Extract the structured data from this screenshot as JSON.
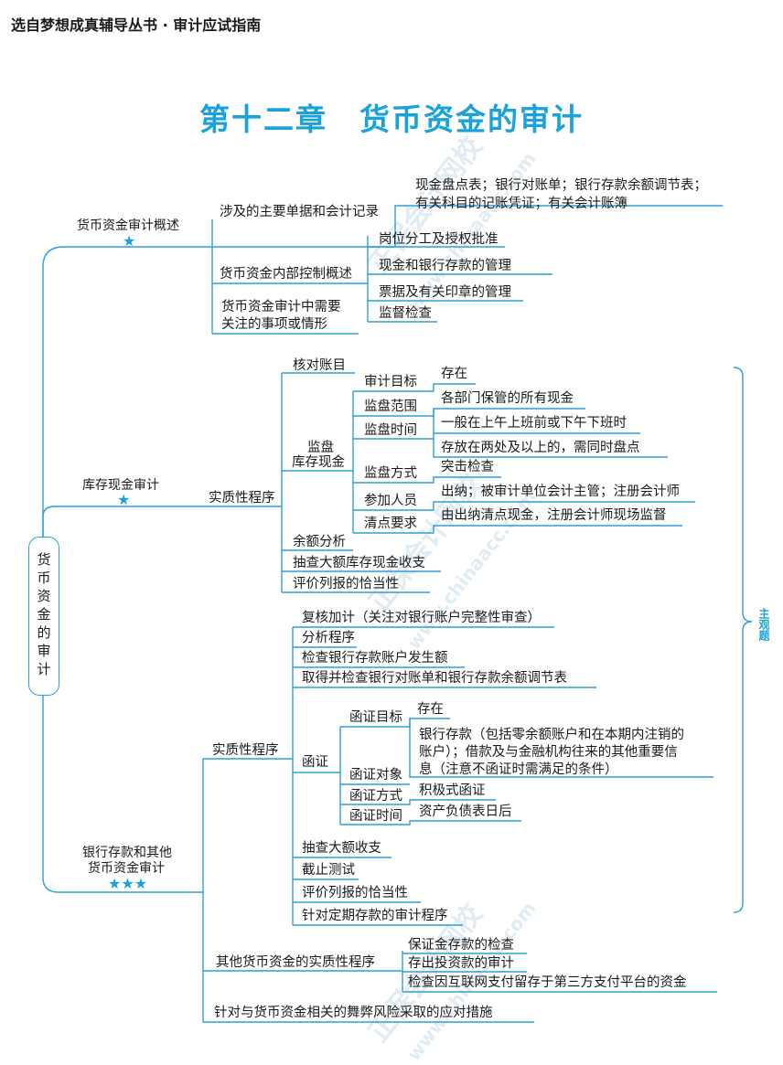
{
  "header": "选自梦想成真辅导丛书 · 审计应试指南",
  "title": "第十二章　货币资金的审计",
  "root": "货币资金的审计",
  "side_label": "主观题",
  "accent": "#1aa3d9",
  "watermarks": [
    "正保会计网校",
    "www.chinaacc.com"
  ],
  "b1": {
    "label": "货币资金审计概述",
    "stars": "★",
    "c1": {
      "label": "涉及的主要单据和会计记录",
      "l1": "现金盘点表；银行对账单；银行存款余额调节表；",
      "l2": "有关科目的记账凭证；有关会计账簿"
    },
    "c2": {
      "label": "货币资金内部控制概述",
      "items": [
        "岗位分工及授权批准",
        "现金和银行存款的管理",
        "票据及有关印章的管理",
        "监督检查"
      ]
    },
    "c3": {
      "l1": "货币资金审计中需要",
      "l2": "关注的事项或情形"
    }
  },
  "b2": {
    "label": "库存现金审计",
    "stars": "★",
    "proc": "实质性程序",
    "check": "核对账目",
    "count": {
      "l1": "监盘",
      "l2": "库存现金",
      "rows": [
        {
          "k": "审计目标",
          "v": "存在"
        },
        {
          "k": "监盘范围",
          "v": "各部门保管的所有现金"
        },
        {
          "k": "监盘时间",
          "v1": "一般在上午上班前或下午下班时",
          "v2": "存放在两处及以上的，需同时盘点"
        },
        {
          "k": "监盘方式",
          "v": "突击检查"
        },
        {
          "k": "参加人员",
          "v": "出纳；被审计单位会计主管；注册会计师"
        },
        {
          "k": "清点要求",
          "v": "由出纳清点现金，注册会计师现场监督"
        }
      ]
    },
    "others": [
      "余额分析",
      "抽查大额库存现金收支",
      "评价列报的恰当性"
    ]
  },
  "b3": {
    "l1": "银行存款和其他",
    "l2": "货币资金审计",
    "stars": "★★★",
    "proc": "实质性程序",
    "top": [
      "复核加计（关注对银行账户完整性审查）",
      "分析程序",
      "检查银行存款账户发生额",
      "取得并检查银行对账单和银行存款余额调节表"
    ],
    "conf": {
      "label": "函证",
      "goal_k": "函证目标",
      "goal_v": "存在",
      "obj_k": "函证对象",
      "obj_l1": "银行存款（包括零余额账户和在本期内注销的",
      "obj_l2": "账户）；借款及与金融机构往来的其他重要信",
      "obj_l3": "息（注意不函证时需满足的条件）",
      "way_k": "函证方式",
      "way_v": "积极式函证",
      "time_k": "函证时间",
      "time_v": "资产负债表日后"
    },
    "bottom": [
      "抽查大额收支",
      "截止测试",
      "评价列报的恰当性",
      "针对定期存款的审计程序"
    ],
    "other": {
      "label": "其他货币资金的实质性程序",
      "items": [
        "保证金存款的检查",
        "存出投资款的审计",
        "检查因互联网支付留存于第三方支付平台的资金"
      ]
    },
    "fraud": "针对与货币资金相关的舞弊风险采取的应对措施"
  }
}
